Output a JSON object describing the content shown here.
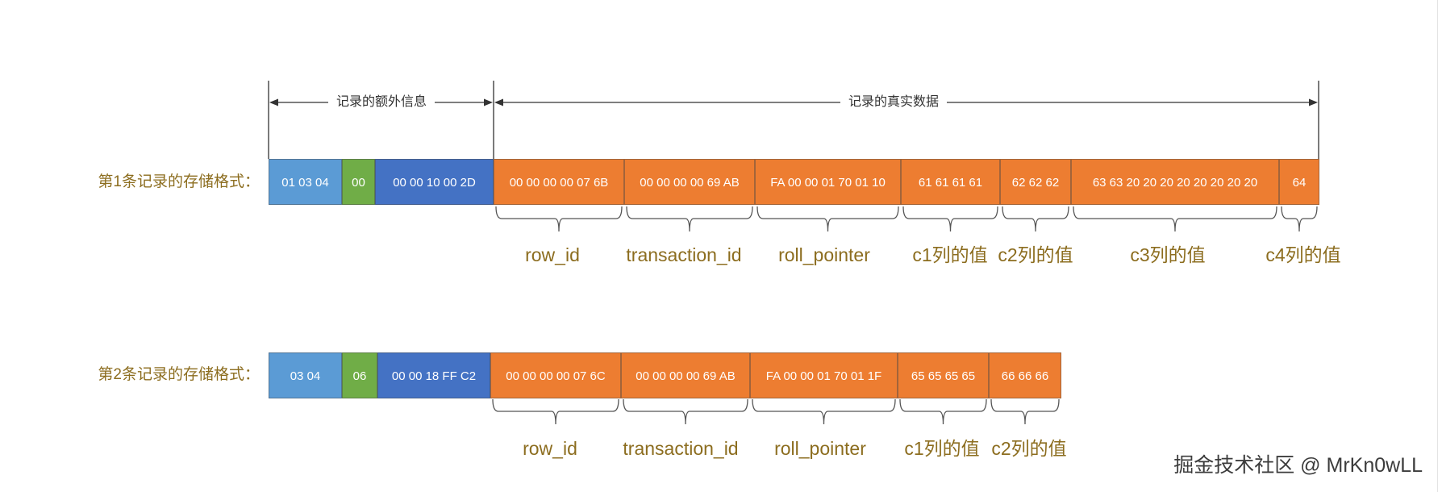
{
  "header": {
    "extra_info": "记录的额外信息",
    "real_data": "记录的真实数据"
  },
  "colors": {
    "light_blue": "#5B9BD5",
    "green": "#70AD47",
    "dark_blue": "#4472C4",
    "orange": "#ED7D31",
    "label_text": "#8C6D1F"
  },
  "records": [
    {
      "label": "第1条记录的存储格式：",
      "cells": [
        "01 03 04",
        "00",
        "00 00 10 00 2D",
        "00 00 00 00 07 6B",
        "00 00 00 00 69 AB",
        "FA 00 00 01 70 01 10",
        "61 61 61 61",
        "62 62 62",
        "63 63 20 20 20 20 20 20 20 20",
        "64"
      ],
      "fields": [
        "row_id",
        "transaction_id",
        "roll_pointer",
        "c1列的值",
        "c2列的值",
        "c3列的值",
        "c4列的值"
      ]
    },
    {
      "label": "第2条记录的存储格式：",
      "cells": [
        "03 04",
        "06",
        "00 00 18 FF C2",
        "00 00 00 00 07 6C",
        "00 00 00 00 69 AB",
        "FA 00 00 01 70 01 1F",
        "65 65 65 65",
        "66 66 66"
      ],
      "fields": [
        "row_id",
        "transaction_id",
        "roll_pointer",
        "c1列的值",
        "c2列的值"
      ]
    }
  ],
  "watermark": "掘金技术社区 @ MrKn0wLL"
}
